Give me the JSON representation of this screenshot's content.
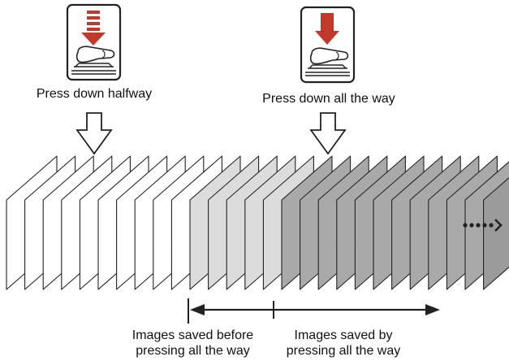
{
  "labels": {
    "press_halfway": "Press down halfway",
    "press_all_the_way": "Press down all the way",
    "saved_before_line1": "Images saved before",
    "saved_before_line2": "pressing all the way",
    "saved_by_line1": "Images saved by",
    "saved_by_line2": "pressing all the way"
  },
  "frames": {
    "white_count": 10,
    "light_gray_count": 5,
    "dark_gray_count": 12
  },
  "colors": {
    "frame_white": "#ffffff",
    "frame_light_gray": "#dcdcdc",
    "frame_dark_gray": "#a9a9a9",
    "frame_last": "#9b9b9b",
    "button_arrow_red": "#c0392b",
    "stroke": "#222222"
  },
  "icons": {
    "half_press_card": "finger-half-press-icon",
    "full_press_card": "finger-full-press-icon",
    "down_arrow": "hollow-down-arrow-icon",
    "continue_arrow": "dotted-continue-arrow-icon"
  }
}
